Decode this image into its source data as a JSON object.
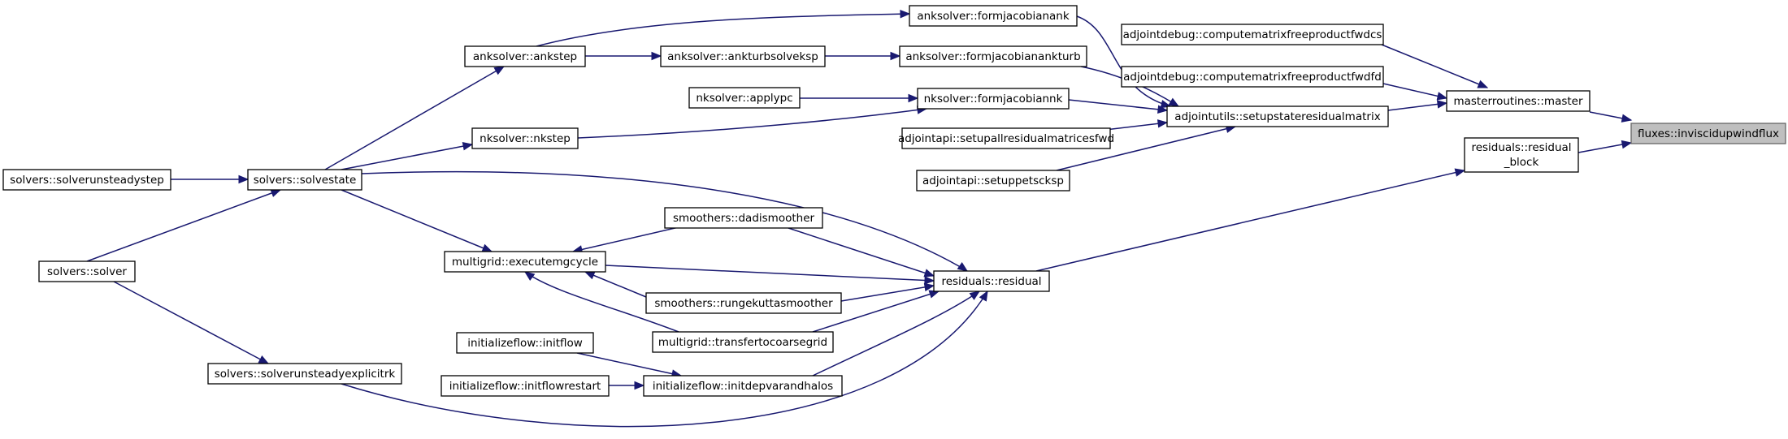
{
  "colors": {
    "edge": "#191970",
    "node_border": "#000000",
    "focus_fill": "#bfbfbf",
    "focus_border": "#666666"
  },
  "nodes": {
    "flux": [
      "fluxes::inviscidupwindflux"
    ],
    "master": [
      "masterroutines::master"
    ],
    "resblock": [
      "residuals::residual",
      "_block"
    ],
    "adjdbg_fwdcs": [
      "adjointdebug::computematrixfreeproductfwdcs"
    ],
    "adjdbg_fwdfd": [
      "adjointdebug::computematrixfreeproductfwdfd"
    ],
    "setupstate": [
      "adjointutils::setupstateresidualmatrix"
    ],
    "ank_formjac": [
      "anksolver::formjacobianank"
    ],
    "ank_formjac_turb": [
      "anksolver::formjacobianankturb"
    ],
    "nk_formjac": [
      "nksolver::formjacobiannk"
    ],
    "setupall": [
      "adjointapi::setupallresidualmatricesfwd"
    ],
    "setuppetsc": [
      "adjointapi::setuppetscksp"
    ],
    "ankstep": [
      "anksolver::ankstep"
    ],
    "ankturb": [
      "anksolver::ankturbsolveksp"
    ],
    "applypc": [
      "nksolver::applypc"
    ],
    "nkstep": [
      "nksolver::nkstep"
    ],
    "solvestate": [
      "solvers::solvestate"
    ],
    "unsteadystep": [
      "solvers::solverunsteadystep"
    ],
    "solver": [
      "solvers::solver"
    ],
    "residual": [
      "residuals::residual"
    ],
    "dadi": [
      "smoothers::dadismoother"
    ],
    "mgcycle": [
      "multigrid::executemgcycle"
    ],
    "rk": [
      "smoothers::rungekuttasmoother"
    ],
    "transfer": [
      "multigrid::transfertocoarsegrid"
    ],
    "initflow": [
      "initializeflow::initflow"
    ],
    "initrestart": [
      "initializeflow::initflowrestart"
    ],
    "initdep": [
      "initializeflow::initdepvarandhalos"
    ],
    "explicitrk": [
      "solvers::solverunsteadyexplicitrk"
    ]
  }
}
